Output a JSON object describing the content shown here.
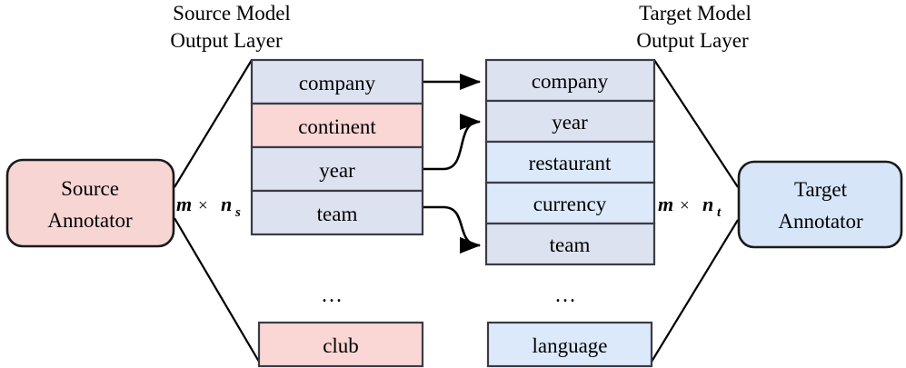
{
  "headers": {
    "source": {
      "line1": "Source Model",
      "line2": "Output Layer"
    },
    "target": {
      "line1": "Target Model",
      "line2": "Output Layer"
    }
  },
  "annotators": {
    "source": {
      "line1": "Source",
      "line2": "Annotator",
      "color": "#f7d5d2"
    },
    "target": {
      "line1": "Target",
      "line2": "Annotator",
      "color": "#d6e5f8"
    }
  },
  "labels": {
    "source_dim": {
      "m": "m",
      "op": "×",
      "n": "n",
      "sub": "s"
    },
    "target_dim": {
      "m": "m",
      "op": "×",
      "n": "n",
      "sub": "t"
    },
    "ellipsis_source": "...",
    "ellipsis_target": "..."
  },
  "colors": {
    "lavender": "#dde2f0",
    "pink": "#fad6d4",
    "light_blue": "#dce9fb",
    "border": "#3b3b46",
    "outline": "#1a1a1a"
  },
  "source_layer": {
    "cells": [
      {
        "label": "company",
        "fill": "#dde2f0"
      },
      {
        "label": "continent",
        "fill": "#fad6d4"
      },
      {
        "label": "year",
        "fill": "#dde2f0"
      },
      {
        "label": "team",
        "fill": "#dde2f0"
      }
    ],
    "extra_cell": {
      "label": "club",
      "fill": "#fad6d4"
    }
  },
  "target_layer": {
    "cells": [
      {
        "label": "company",
        "fill": "#dde2f0"
      },
      {
        "label": "year",
        "fill": "#dde2f0"
      },
      {
        "label": "restaurant",
        "fill": "#dce9fb"
      },
      {
        "label": "currency",
        "fill": "#dce9fb"
      },
      {
        "label": "team",
        "fill": "#dde2f0"
      }
    ],
    "extra_cell": {
      "label": "language",
      "fill": "#dce9fb"
    }
  },
  "mappings": [
    {
      "from": "company",
      "to": "company",
      "style": "straight"
    },
    {
      "from": "year",
      "to": "year",
      "style": "curve-up"
    },
    {
      "from": "team",
      "to": "team",
      "style": "curve-down"
    }
  ]
}
